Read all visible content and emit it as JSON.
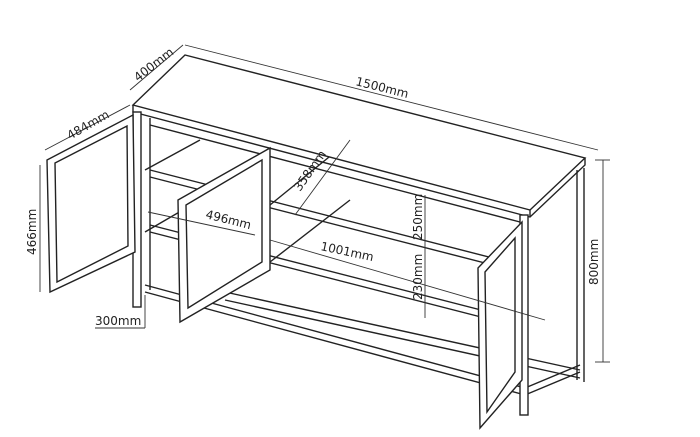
{
  "title": "Sideboard dimension drawing",
  "dimensions": {
    "depth": "400mm",
    "width": "1500mm",
    "door_diagonal": "484mm",
    "door_height": "466mm",
    "shelf_depth": "358mm",
    "compartment_width": "496mm",
    "inner_width": "1001mm",
    "upper_height": "250mm",
    "lower_height": "230mm",
    "total_height": "800mm",
    "leg_height": "300mm"
  }
}
